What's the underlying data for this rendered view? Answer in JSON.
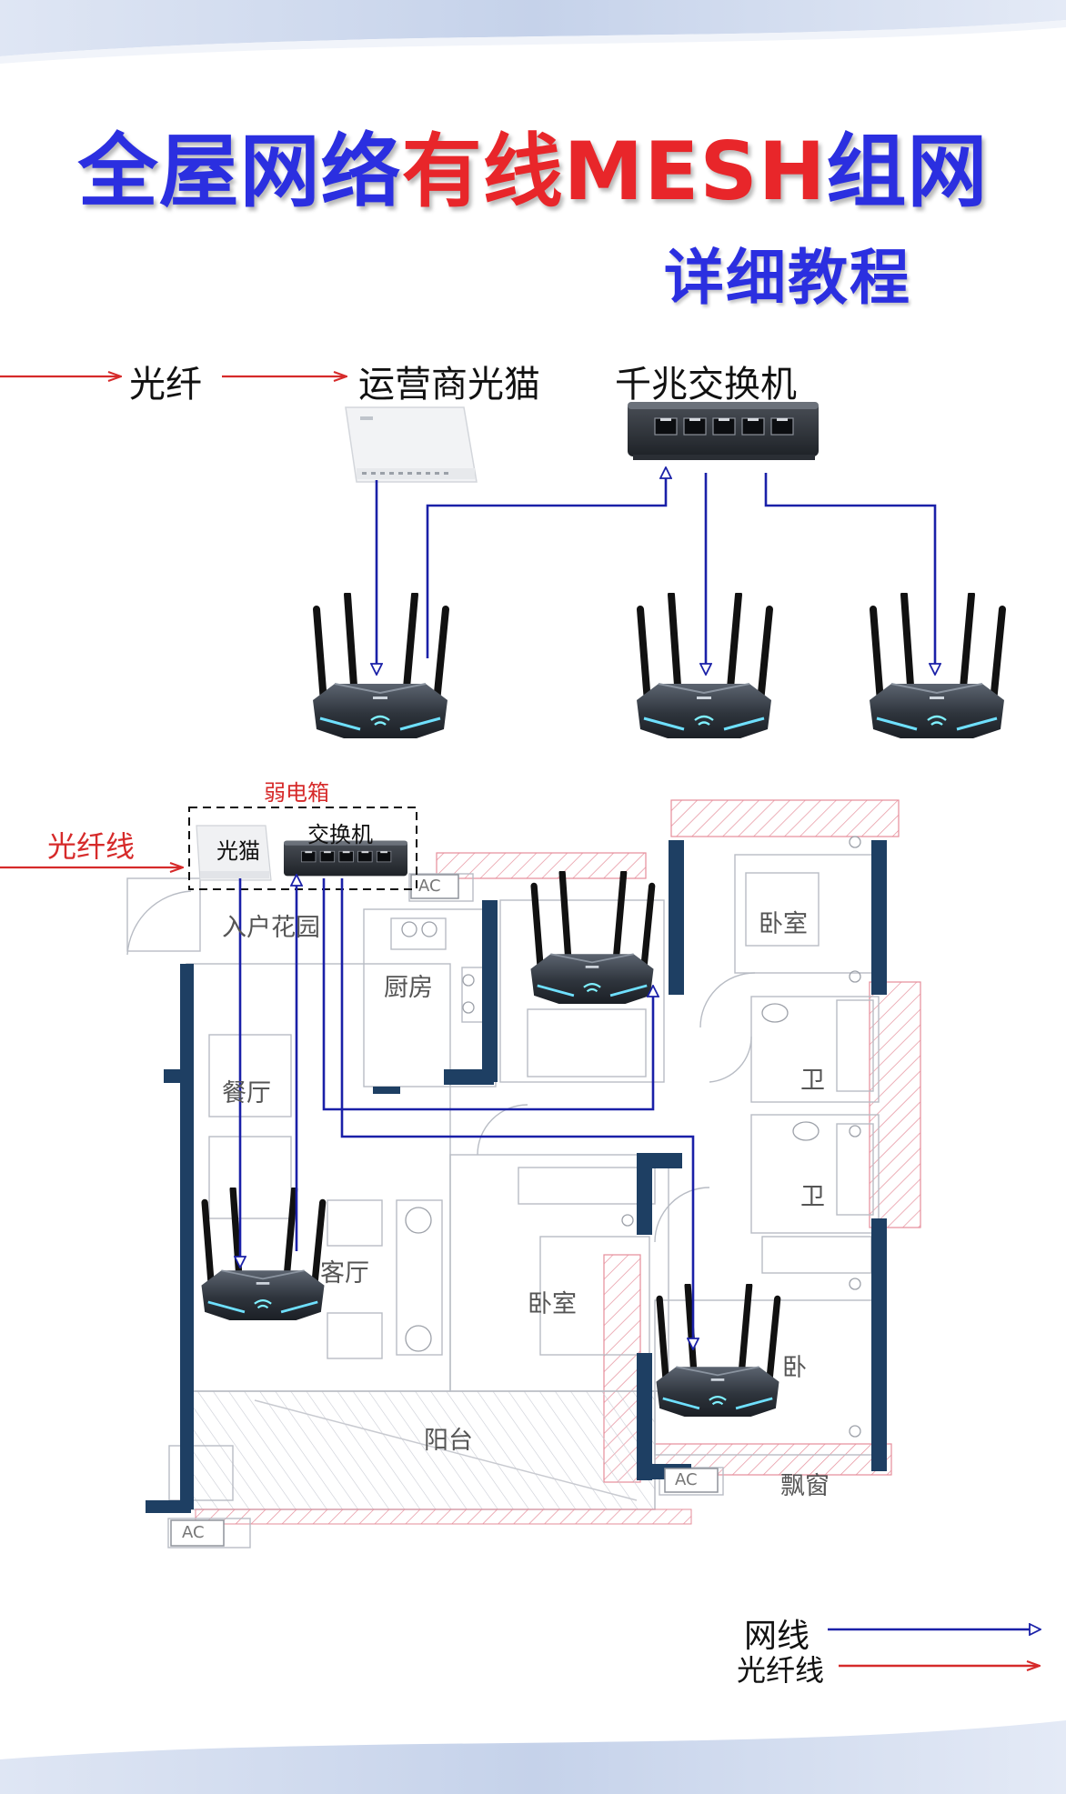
{
  "title": {
    "part1": "全屋网络",
    "part2": "有线MESH",
    "part3": "组网",
    "color_blue": "#2b2fe0",
    "color_red": "#e8262a"
  },
  "subtitle": "详细教程",
  "top_chain": {
    "fiber": "光纤",
    "modem": "运营商光猫",
    "switch": "千兆交换机"
  },
  "weak_box": {
    "label": "弱电箱",
    "modem": "光猫",
    "switch": "交换机"
  },
  "fiber_line_label": "光纤线",
  "rooms": {
    "garden": "入户花园",
    "kitchen": "厨房",
    "dining": "餐厅",
    "living": "客厅",
    "bedroom_top": "卧室",
    "bedroom_mid": "卧室",
    "bedroom_low": "卧",
    "bath1": "卫",
    "bath2": "卫",
    "balcony": "阳台",
    "bay_window": "飘窗",
    "ac_1": "AC",
    "ac_2": "AC",
    "ac_3": "AC"
  },
  "legend": {
    "ethernet": "网线",
    "fiber": "光纤线"
  },
  "colors": {
    "ethernet_line": "#1a20a8",
    "fiber_line": "#d62a2a",
    "wall": "#1e3f63",
    "hatch": "#e58d9a"
  },
  "icons": {
    "router": "wifi-router-icon",
    "switch": "network-switch-icon",
    "modem": "optical-modem-icon"
  }
}
